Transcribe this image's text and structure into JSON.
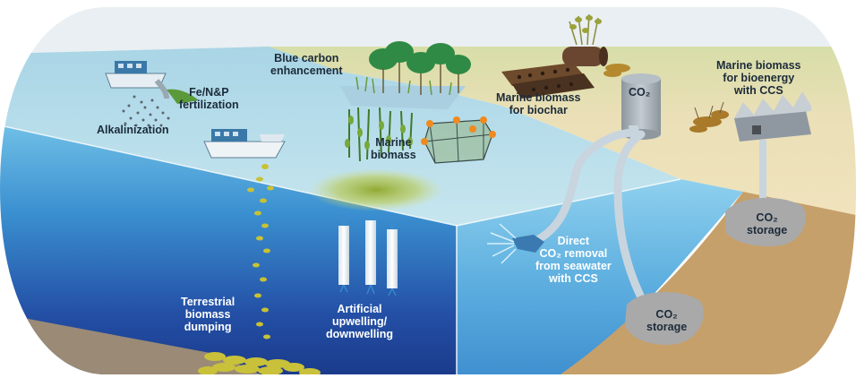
{
  "labels": {
    "alkalinization": "Alkalinization",
    "fertilization": [
      "Fe/N&P",
      "fertilization"
    ],
    "blue_carbon": [
      "Blue carbon",
      "enhancement"
    ],
    "marine_biomass": [
      "Marine",
      "biomass"
    ],
    "biochar": [
      "Marine biomass",
      "for biochar"
    ],
    "co2_tank": "CO₂",
    "bioenergy": [
      "Marine biomass",
      "for bioenergy",
      "with CCS"
    ],
    "co2_storage_land": [
      "CO₂",
      "storage"
    ],
    "direct_removal": [
      "Direct",
      "CO₂ removal",
      "from seawater",
      "with CCS"
    ],
    "co2_storage_sea": [
      "CO₂",
      "storage"
    ],
    "terrestrial": [
      "Terrestrial",
      "biomass",
      "dumping"
    ],
    "upwelling": [
      "Artificial",
      "upwelling/",
      "downwelling"
    ]
  },
  "colors": {
    "sky": "#e9eff2",
    "land_sand": "#e8dcb4",
    "land_green": "#cfdca4",
    "sea_surface": "#b8dce8",
    "ocean_deep": "#1b3f92",
    "ocean_mid": "#2f78c2",
    "ocean_light": "#6bb9e2",
    "right_water": "#5fb0e0",
    "sediment": "#c6a06a",
    "seafloor": "#9a8a76",
    "algae": "#b9bc2c",
    "pipe": "#c9d5de"
  }
}
